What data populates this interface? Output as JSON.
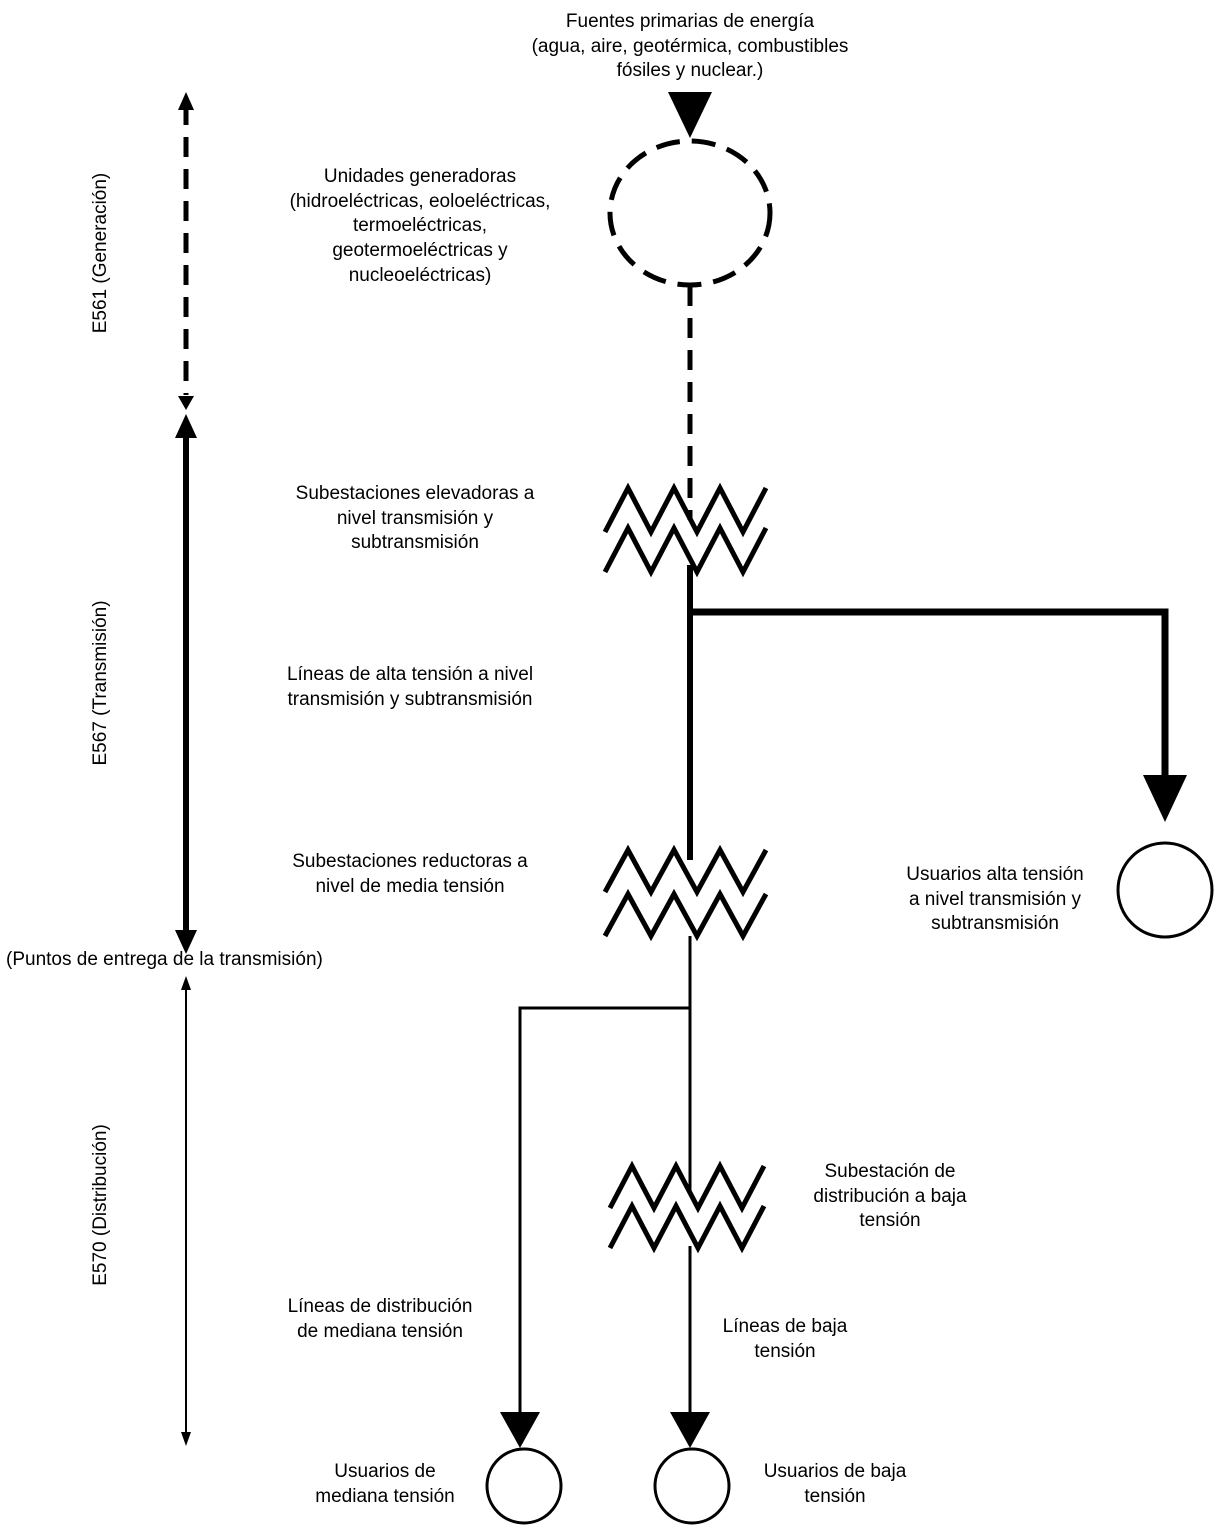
{
  "diagram": {
    "sources": [
      "Fuentes primarias de energía",
      "(agua, aire, geotérmica, combustibles",
      "fósiles y nuclear.)"
    ],
    "generators": [
      "Unidades generadoras",
      "(hidroeléctricas, eoloeléctricas,",
      "termoeléctricas,",
      "geotermoeléctricas y",
      "nucleoeléctricas)"
    ],
    "step_up": [
      "Subestaciones elevadoras a",
      "nivel transmisión y",
      "subtransmisión"
    ],
    "hv_lines": [
      "Líneas de alta tensión a nivel",
      "transmisión y subtransmisión"
    ],
    "step_down": [
      "Subestaciones reductoras a",
      "nivel de media tensión"
    ],
    "hv_users": [
      "Usuarios alta tensión",
      "a nivel transmisión y",
      "subtransmisión"
    ],
    "delivery_points": "(Puntos de entrega de la transmisión)",
    "dist_substation": [
      "Subestación de",
      "distribución a baja",
      "tensión"
    ],
    "mv_lines": [
      "Líneas de distribución",
      "de mediana tensión"
    ],
    "lv_lines": [
      "Líneas de baja",
      "tensión"
    ],
    "mv_users": [
      "Usuarios de",
      "mediana tensión"
    ],
    "lv_users": [
      "Usuarios de baja",
      "tensión"
    ],
    "stages": {
      "generation": "E561 (Generación)",
      "transmission": "E567 (Transmisión)",
      "distribution": "E570 (Distribución)"
    }
  }
}
